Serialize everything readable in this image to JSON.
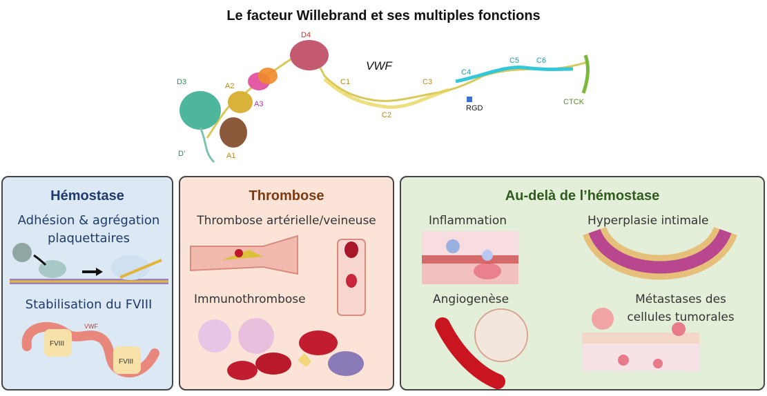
{
  "title": "Le facteur Willebrand et ses multiples fonctions",
  "molecule": {
    "name": "VWF",
    "domains": [
      "D4",
      "A2",
      "A3",
      "D3",
      "D’",
      "A1",
      "C1",
      "C2",
      "C3",
      "C4",
      "RGD",
      "C5",
      "C6",
      "CTCK"
    ]
  },
  "panels": [
    {
      "title": "Hémostase",
      "items": [
        "Adhésion & agrégation plaquettaires",
        "Stabilisation du FVIII"
      ],
      "figure_labels": [
        "VWF",
        "FVIII",
        "FVIII"
      ]
    },
    {
      "title": "Thrombose",
      "items": [
        "Thrombose artérielle/veineuse",
        "Immunothrombose"
      ]
    },
    {
      "title": "Au-delà de l’hémostase",
      "items": [
        "Inflammation",
        "Hyperplasie intimale",
        "Angiogenèse",
        "Métastases des cellules tumorales"
      ]
    }
  ],
  "colors": {
    "panel1_bg": "#dce9f5",
    "panel1_title": "#1f3a6b",
    "panel2_bg": "#fbe3d8",
    "panel2_title": "#7a3b12",
    "panel3_bg": "#e3efd9",
    "panel3_title": "#2f5a1e"
  }
}
